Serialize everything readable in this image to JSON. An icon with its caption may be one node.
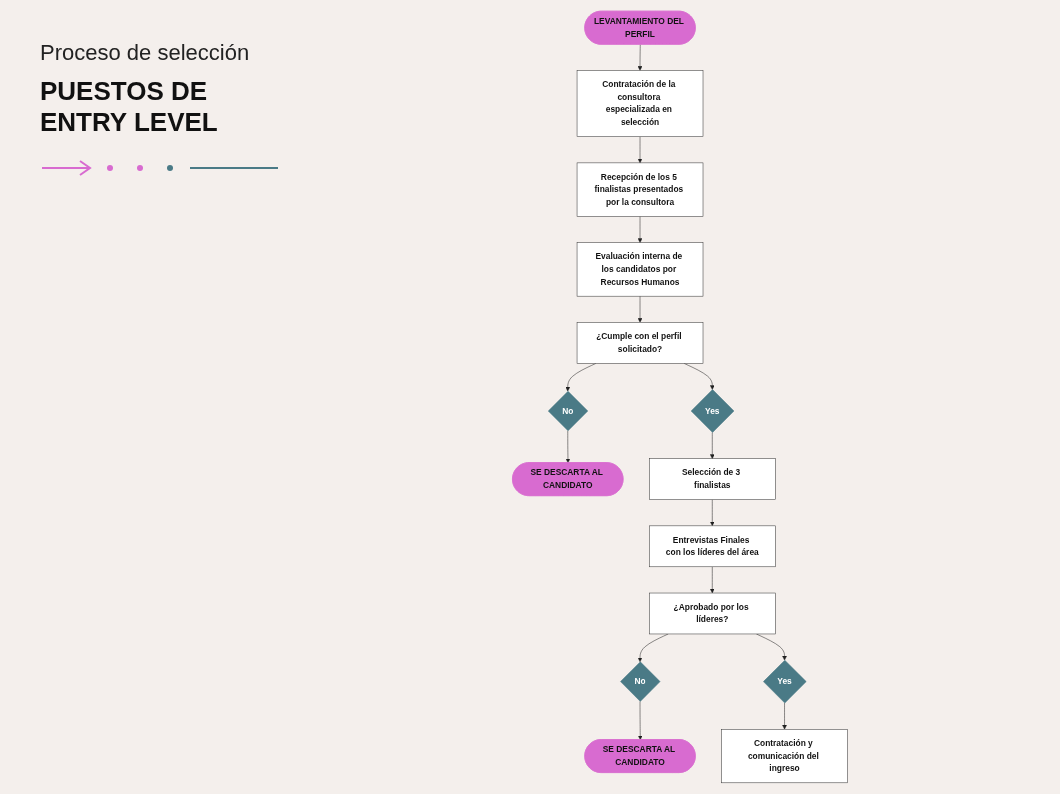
{
  "diagram": {
    "title": "PUESTOS DE ENTRY LEVEL",
    "nodes": [
      {
        "text": [
          "LEVANTAMIENTO DEL PERFIL"
        ]
      },
      {
        "text": [
          "Contratación de la consultora especializada en selección"
        ]
      },
      {
        "text": [
          "Recepción de los 5 finalistas presentados por la consultora"
        ]
      },
      {
        "text": [
          "Evaluación interna de los candidatos por Recursos Humanos"
        ]
      },
      {
        "text": [
          "¿Cumple con el perfil solicitado?"
        ]
      },
      {
        "text": [
          "No"
        ]
      },
      {
        "text": [
          "Yes"
        ]
      },
      {
        "text": [
          "SE DESCARTA AL CANDIDATO"
        ]
      },
      {
        "text": [
          "Selección de 3 finalistas"
        ]
      },
      {
        "text": [
          "Entrevistas Finales con los líderes del área"
        ]
      },
      {
        "text": [
          "¿Aprobado por los líderes?"
        ]
      },
      {
        "text": [
          "No"
        ]
      },
      {
        "text": [
          "Yes"
        ]
      },
      {
        "text": [
          "SE DESCARTA AL CANDIDATO"
        ]
      },
      {
        "text": [
          "Contratación y comunicación del ingreso"
        ]
      }
    ],
    "edges": [
      {
        "from": 0,
        "to": 1,
        "arrow": "to"
      },
      {
        "from": 1,
        "to": 2,
        "arrow": "to"
      },
      {
        "from": 2,
        "to": 3,
        "arrow": "to"
      },
      {
        "from": 3,
        "to": 4,
        "arrow": "to"
      },
      {
        "from": 4,
        "to": 5,
        "arrow": "to"
      },
      {
        "from": 4,
        "to": 6,
        "arrow": "to"
      },
      {
        "from": 5,
        "to": 7,
        "arrow": "to"
      },
      {
        "from": 6,
        "to": 8,
        "arrow": "to"
      },
      {
        "from": 8,
        "to": 9,
        "arrow": "to"
      },
      {
        "from": 9,
        "to": 10,
        "arrow": "to"
      },
      {
        "from": 10,
        "to": 11,
        "arrow": "to"
      },
      {
        "from": 10,
        "to": 12,
        "arrow": "to"
      },
      {
        "from": 11,
        "to": 13,
        "arrow": "to"
      },
      {
        "from": 12,
        "to": 14,
        "arrow": "to"
      }
    ],
    "labels": [
      "Proceso de selección"
    ]
  }
}
